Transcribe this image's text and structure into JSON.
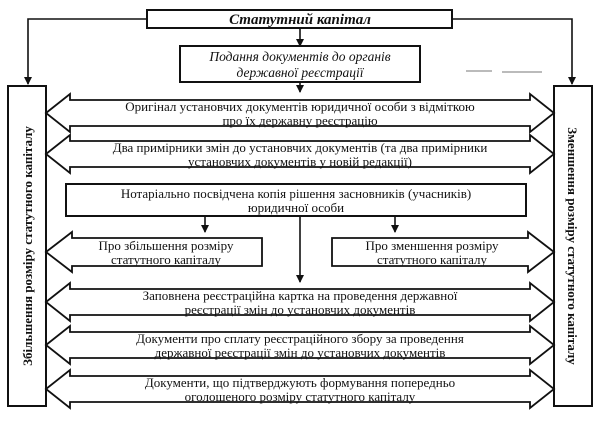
{
  "diagram": {
    "title": "Статутний капітал",
    "submission": {
      "line1": "Подання документів до органів",
      "line2": "державної реєстрації"
    },
    "left_sidebar": "Збільшення розміру статутного капіталу",
    "right_sidebar": "Зменшення розміру статутного капіталу",
    "doc1": {
      "line1": "Оригінал установчих документів юридичної особи з відміткою",
      "line2": "про їх державну реєстрацію"
    },
    "doc2": {
      "line1": "Два примірники змін до установчих документів (та два примірники",
      "line2": "установчих документів у новій редакції)"
    },
    "doc3": {
      "line1": "Нотаріально посвідчена копія рішення засновників (учасників)",
      "line2": "юридичної особи"
    },
    "increase_decision": {
      "line1": "Про збільшення розміру",
      "line2": "статутного капіталу"
    },
    "decrease_decision": {
      "line1": "Про зменшення розміру",
      "line2": "статутного капіталу"
    },
    "doc4": {
      "line1": "Заповнена реєстраційна картка на проведення державної",
      "line2": "реєстрації змін до установчих документів"
    },
    "doc5": {
      "line1": "Документи про сплату реєстраційного збору за проведення",
      "line2": "державної реєстрації змін до установчих документів"
    },
    "doc6": {
      "line1": "Документи, що підтверджують формування попередньо",
      "line2": "оголошеного розміру статутного капіталу"
    }
  }
}
